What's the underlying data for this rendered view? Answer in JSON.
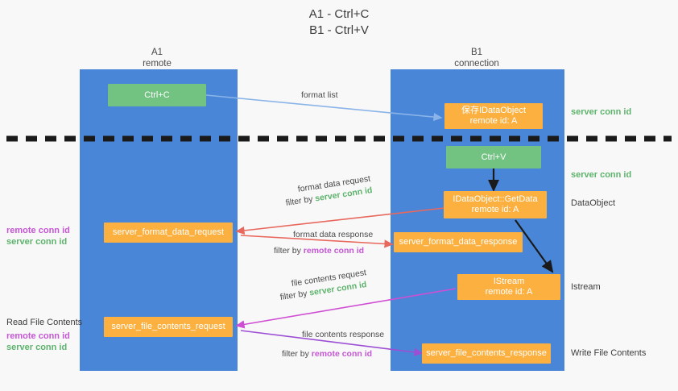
{
  "title": {
    "line1": "A1 - Ctrl+C",
    "line2": "B1 - Ctrl+V"
  },
  "colors": {
    "lane": "#4a86d8",
    "node_green": "#72c281",
    "node_orange": "#fbb040",
    "server_conn_id": "#5db36c",
    "remote_conn_id": "#c556d4",
    "arrow_format_list": "#8ab4e8",
    "arrow_red": "#e8685d",
    "arrow_magenta": "#cf4fd4",
    "arrow_purple": "#9c4fd4",
    "arrow_dark": "#1a1a1a",
    "background": "#f8f8f8"
  },
  "lanes": [
    {
      "id": "a1",
      "title": "A1",
      "subtitle": "remote"
    },
    {
      "id": "b1",
      "title": "B1",
      "subtitle": "connection"
    }
  ],
  "nodes": [
    {
      "id": "ctrl-c",
      "kind": "green",
      "lines": [
        "Ctrl+C"
      ]
    },
    {
      "id": "save-idataobject",
      "kind": "orange",
      "lines": [
        "保存IDataObject",
        "remote id: A"
      ]
    },
    {
      "id": "ctrl-v",
      "kind": "green",
      "lines": [
        "Ctrl+V"
      ]
    },
    {
      "id": "idataobject-getdata",
      "kind": "orange",
      "lines": [
        "IDataObject::GetData",
        "remote id: A"
      ]
    },
    {
      "id": "server-format-data-request",
      "kind": "orange",
      "lines": [
        "server_format_data_request"
      ]
    },
    {
      "id": "server-format-data-response",
      "kind": "orange",
      "lines": [
        "server_format_data_response"
      ]
    },
    {
      "id": "istream",
      "kind": "orange",
      "lines": [
        "IStream",
        "remote id: A"
      ]
    },
    {
      "id": "server-file-contents-request",
      "kind": "orange",
      "lines": [
        "server_file_contents_request"
      ]
    },
    {
      "id": "server-file-contents-response",
      "kind": "orange",
      "lines": [
        "server_file_contents_response"
      ]
    }
  ],
  "edge_labels": {
    "format_list": "format list",
    "format_data_request": "format data request",
    "format_data_request_filter_prefix": "filter by ",
    "format_data_request_filter_value": "server conn id",
    "format_data_response": "format data response",
    "format_data_response_filter_prefix": "filter by ",
    "format_data_response_filter_value": "remote conn id",
    "file_contents_request": "file contents request",
    "file_contents_request_filter_prefix": "filter by ",
    "file_contents_request_filter_value": "server conn id",
    "file_contents_response": "file contents response",
    "file_contents_response_filter_prefix": "filter by ",
    "file_contents_response_filter_value": "remote conn id"
  },
  "right_labels": {
    "server_conn_id_top": "server conn id",
    "server_conn_id_second": "server conn id",
    "dataobject": "DataObject",
    "istream": "Istream",
    "write_file_contents": "Write File Contents"
  },
  "left_labels": {
    "remote_conn_id_upper": "remote conn id",
    "server_conn_id_upper": "server conn id",
    "read_file_contents": "Read File Contents",
    "remote_conn_id_lower": "remote conn id",
    "server_conn_id_lower": "server conn id"
  }
}
